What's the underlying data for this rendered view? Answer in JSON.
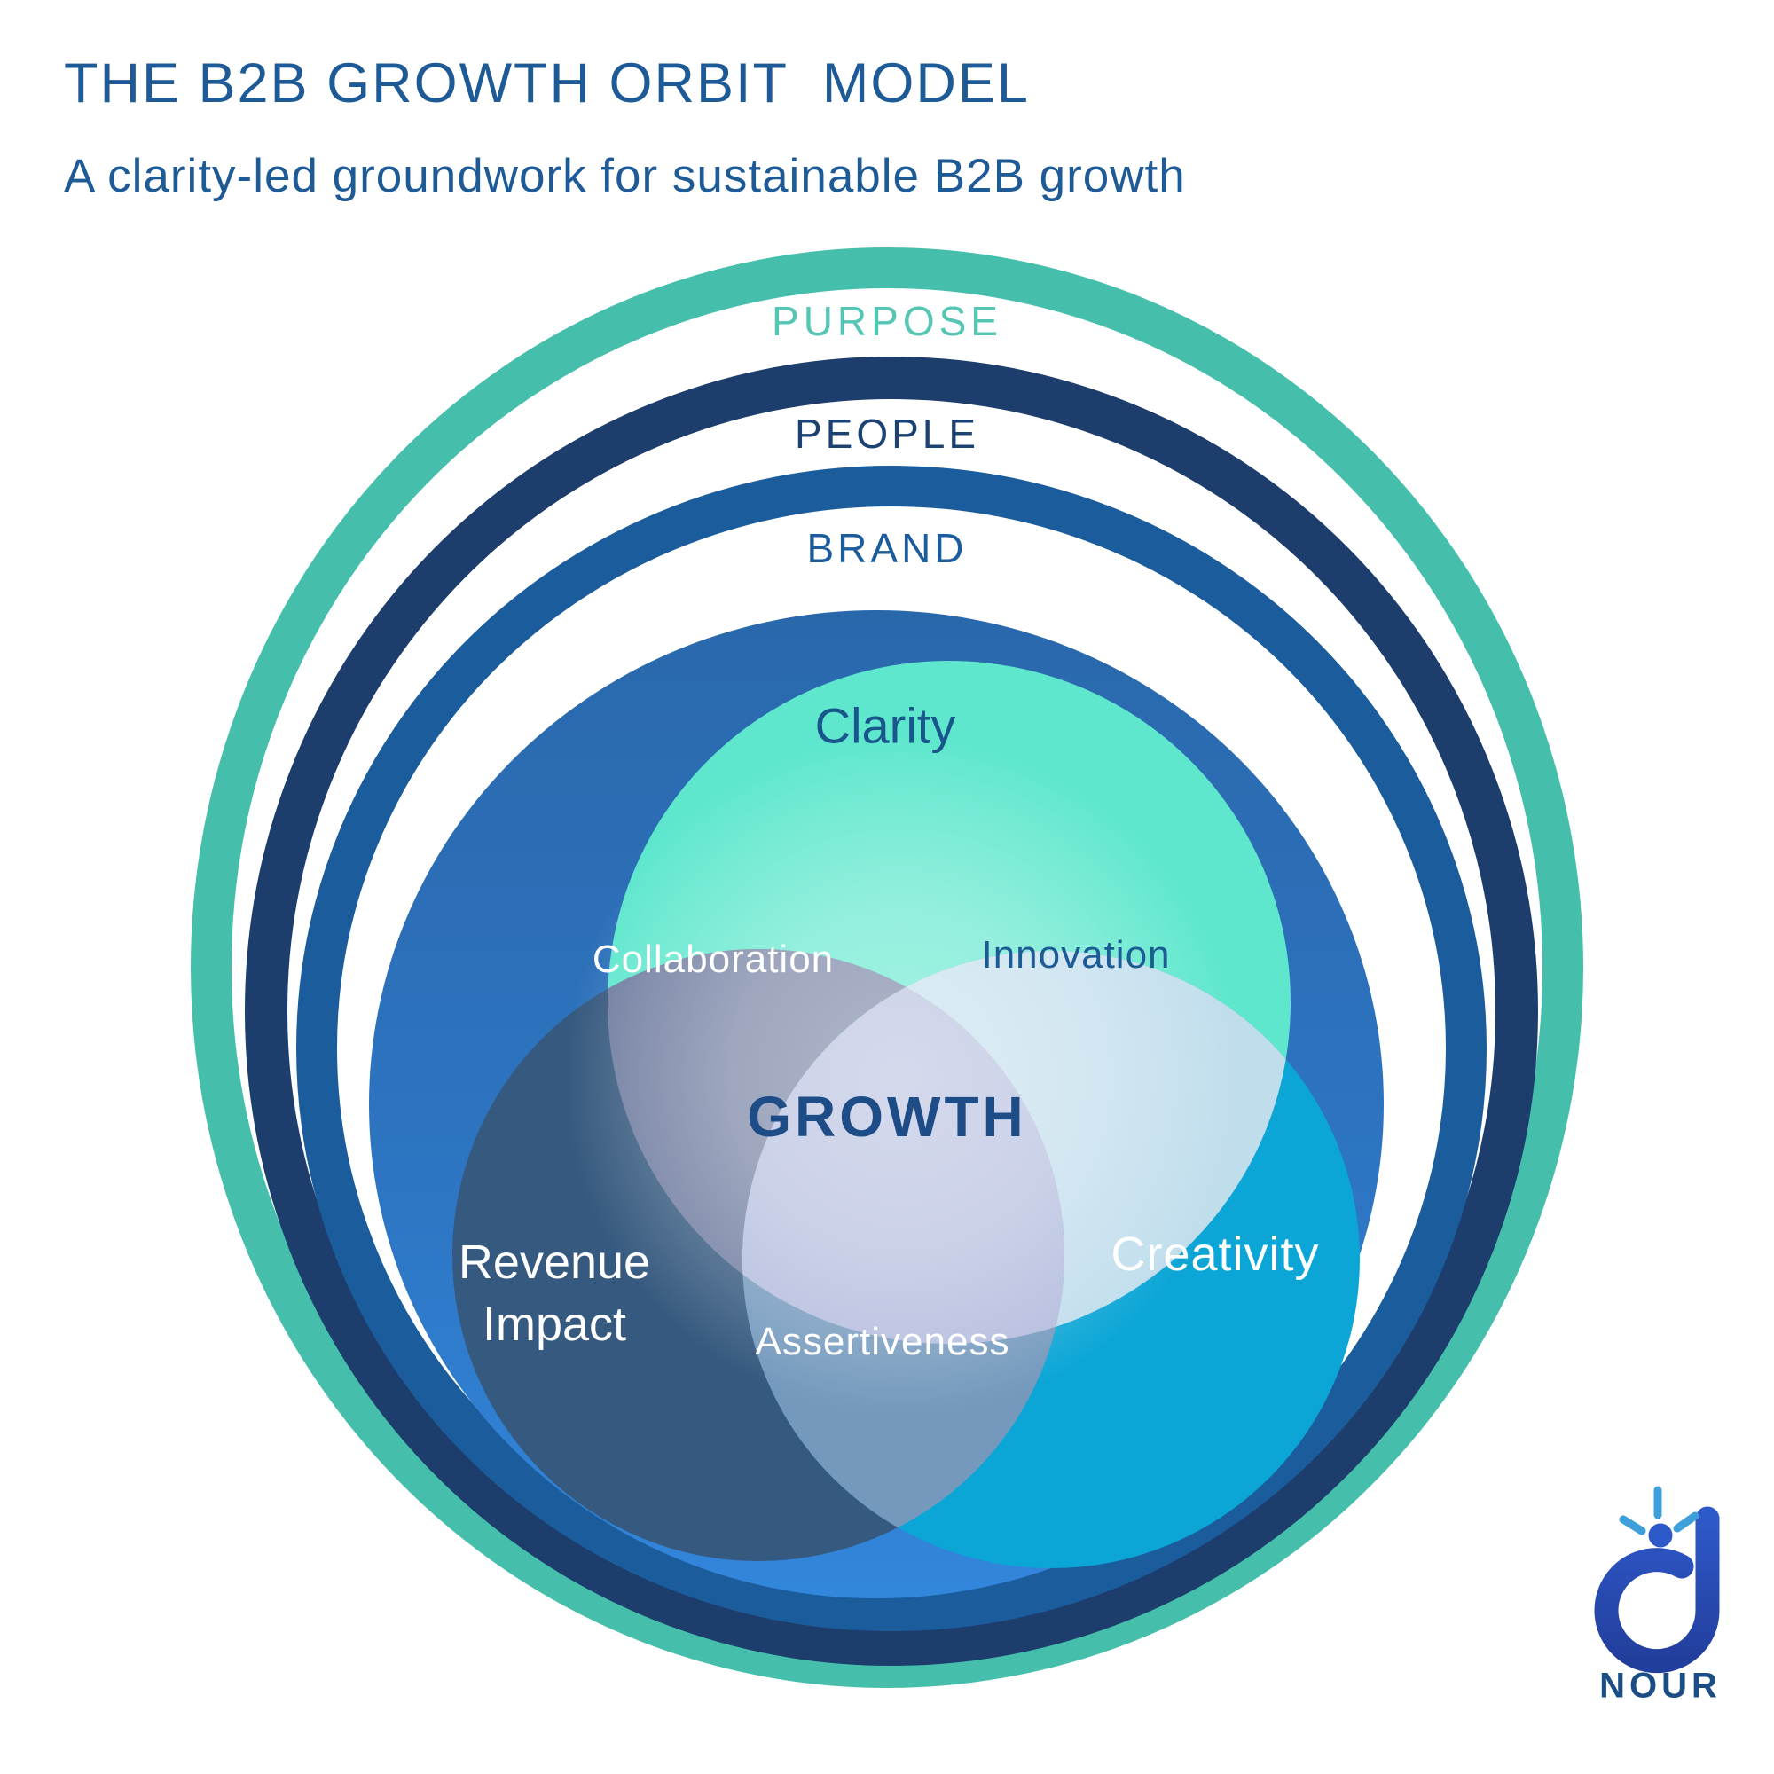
{
  "header": {
    "title": "THE B2B GROWTH ORBIT  MODEL",
    "subtitle": "A clarity-led groundwork for sustainable B2B growth"
  },
  "orbits": {
    "purpose_label": "PURPOSE",
    "people_label": "PEOPLE",
    "brand_label": "BRAND"
  },
  "venn": {
    "clarity_label": "Clarity",
    "collaboration_label": "Collaboration",
    "innovation_label": "Innovation",
    "growth_label": "GROWTH",
    "revenue_impact_line1": "Revenue",
    "revenue_impact_line2": "Impact",
    "assertiveness_label": "Assertiveness",
    "creativity_label": "Creativity"
  },
  "logo": {
    "brand_name": "NOUR"
  },
  "colors": {
    "title_text": "#1E5A96",
    "teal_ring": "#45BFAC",
    "purpose_text": "#56C6B4",
    "navy_ring": "#1D3E6D",
    "people_text": "#1C4273",
    "brand_ring": "#1B5C9C",
    "brand_text": "#1B5C9C",
    "big_circle_top": "#2A68AC",
    "big_circle_bottom": "#3286DC",
    "clarity_fill": "#5FE7CD",
    "revenue_fill": "#36597F",
    "creativity_fill": "#0CA6D6",
    "collaboration_fill": "#6F7C9F",
    "innovation_fill": "#C0DDEC",
    "assertiveness_fill": "#7499BD",
    "growth_fill": "#B2BBDD",
    "growth_text": "#1D4C87",
    "clarity_text": "#19568C",
    "innovation_text": "#1D5B94",
    "white_label_text": "#FFFFFF",
    "nour_text": "#1D4D85",
    "logo_blue_top": "#2E59C9",
    "logo_blue_bottom": "#223E9C",
    "logo_ray_blue": "#3F9FDA"
  }
}
